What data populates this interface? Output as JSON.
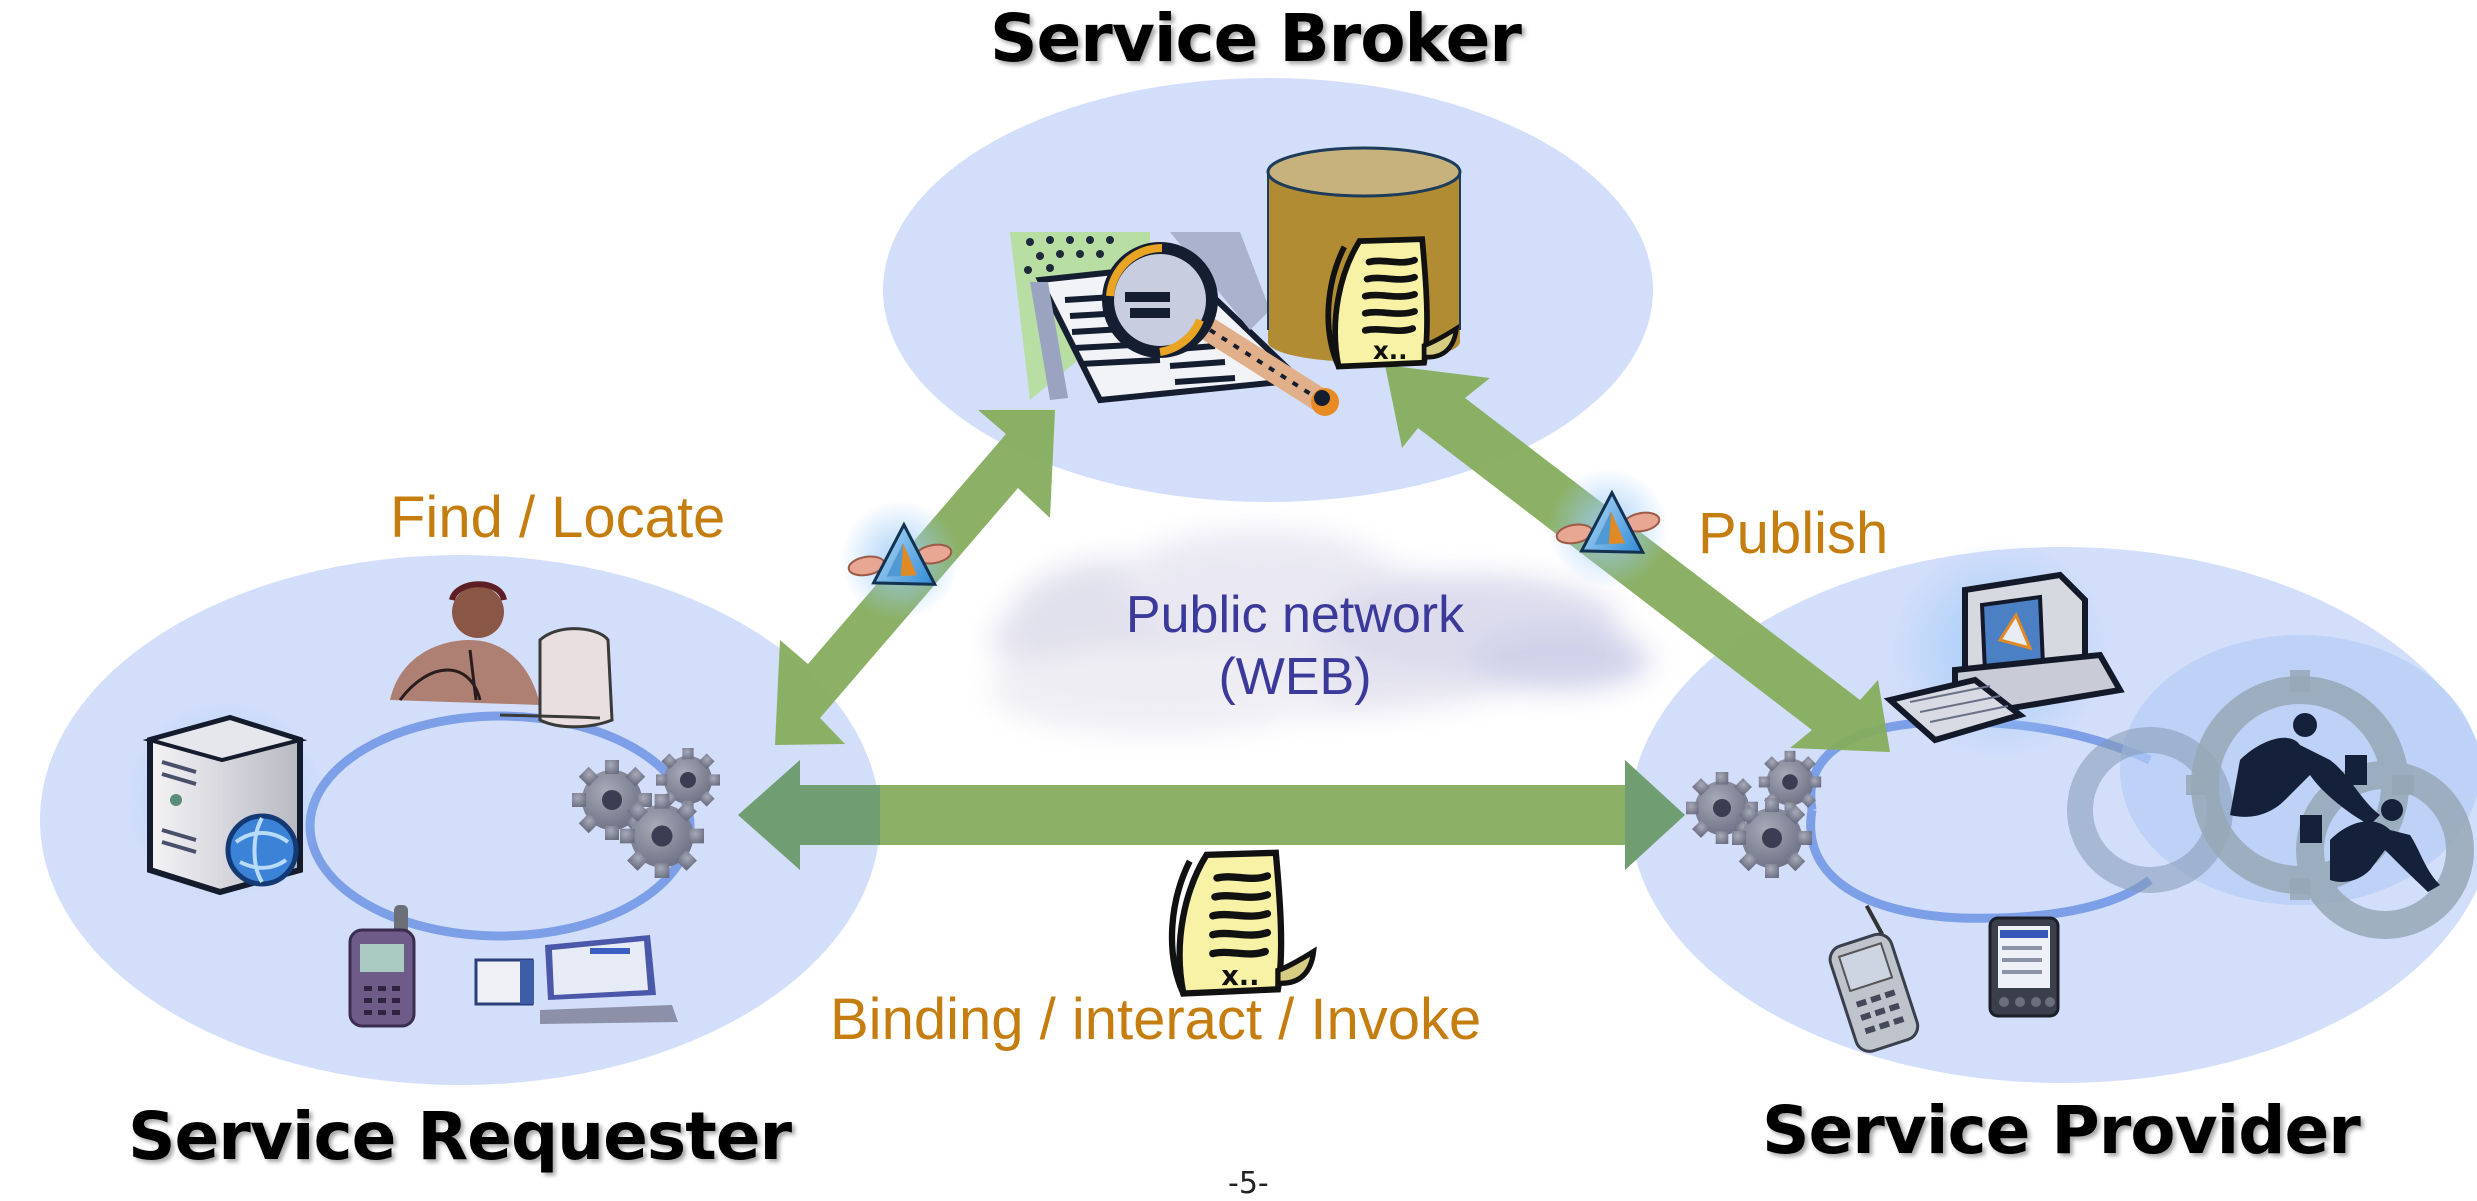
{
  "diagram": {
    "type": "SOA triangle (web services architecture)",
    "nodes": {
      "broker": {
        "title": "Service Broker",
        "icons": [
          "document-search-icon",
          "database-icon",
          "scroll-document-icon"
        ]
      },
      "requester": {
        "title": "Service Requester",
        "icons": [
          "person-at-computer-icon",
          "server-globe-icon",
          "gears-icon",
          "mobile-phone-icon",
          "desktop-computer-icon"
        ]
      },
      "provider": {
        "title": "Service Provider",
        "icons": [
          "desktop-computer-icon",
          "gears-icon",
          "smartphone-icon",
          "pda-icon",
          "business-people-gear-icon"
        ]
      }
    },
    "edges": [
      {
        "from": "requester",
        "to": "broker",
        "label": "Find / Locate",
        "direction": "bidirectional",
        "icon": "prism-connector-icon"
      },
      {
        "from": "provider",
        "to": "broker",
        "label": "Publish",
        "direction": "bidirectional",
        "icon": "prism-connector-icon"
      },
      {
        "from": "requester",
        "to": "provider",
        "label": "Binding / interact / Invoke",
        "direction": "bidirectional",
        "icon": "scroll-document-icon"
      }
    ],
    "center": {
      "line1": "Public network",
      "line2": "(WEB)",
      "icon": "cloud-icon"
    },
    "page_number": "-5-"
  },
  "colors": {
    "ellipse_fill": "#d3defa",
    "ring_stroke": "#7d9fe8",
    "arrow_fill": "#86ad5e",
    "arrow_overlap": "#739f7b",
    "label_orange": "#c47d0e",
    "cloud_text": "#3b3a9a"
  }
}
